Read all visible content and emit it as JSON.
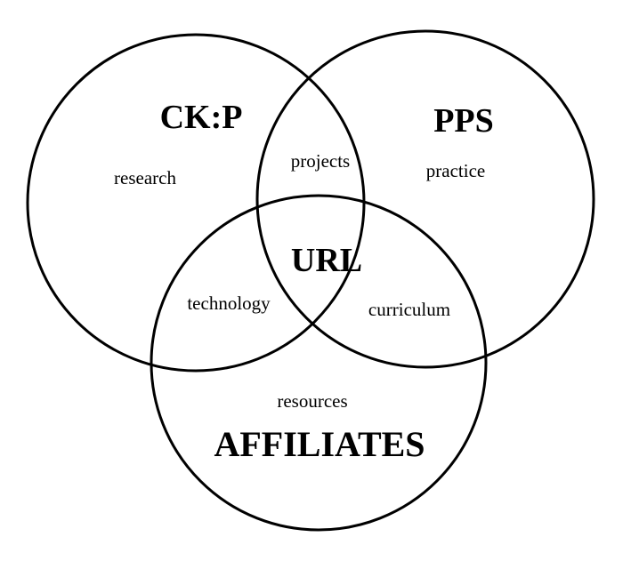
{
  "diagram": {
    "sets": {
      "left": "CK:P",
      "right": "PPS",
      "bottom": "AFFILIATES"
    },
    "regions": {
      "left_only": "research",
      "right_only": "practice",
      "bottom_only": "resources",
      "left_right": "projects",
      "left_bottom": "technology",
      "right_bottom": "curriculum",
      "center": "URL"
    },
    "colors": {
      "stroke": "#000000",
      "background": "#ffffff"
    }
  }
}
